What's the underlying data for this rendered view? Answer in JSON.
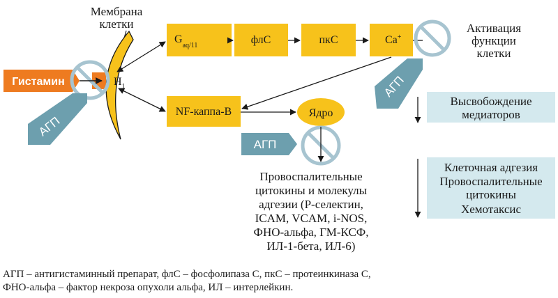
{
  "labels": {
    "membrane_line1": "Мембрана",
    "membrane_line2": "клетки",
    "receptor": "H",
    "receptor_sub": "1",
    "histamine": "Гистамин",
    "activation_line1": "Активация",
    "activation_line2": "функции",
    "activation_line3": "клетки"
  },
  "agp": {
    "left": "АГП",
    "right": "АГП",
    "nucleus": "АГП"
  },
  "boxes": {
    "g_main": "G",
    "g_sub": "aq/11",
    "plc": "флС",
    "pkc": "пкС",
    "ca_main": "Ca",
    "ca_sup": "+",
    "nfkb": "NF-каппа-B",
    "nucleus": "Ядро"
  },
  "panels": {
    "release_line1": "Высвобождение",
    "release_line2": "медиаторов",
    "effects": [
      "Клеточная адгезия",
      "Провоспалительные",
      "цитокины",
      "Хемотаксис"
    ]
  },
  "cytokines": [
    "Провоспалительные",
    "цитокины и молекулы",
    "адгезии (Р-селектин,",
    "ICAM, VCAM, i-NOS,",
    "ФНО-альфа, ГМ-КСФ,",
    "ИЛ-1-бета, ИЛ-6)"
  ],
  "footnote": {
    "line1": "АГП – антигистаминный препарат, флС – фосфолипаза С, пкС – протеинкиназа С,",
    "line2": "ФНО-альфа – фактор некроза опухоли альфа, ИЛ – интерлейкин."
  },
  "colors": {
    "yellow": "#f7c21b",
    "orange": "#ee7b20",
    "teal": "#6d9fae",
    "panel": "#d4e9ee",
    "ring": "#a7c4d0"
  }
}
